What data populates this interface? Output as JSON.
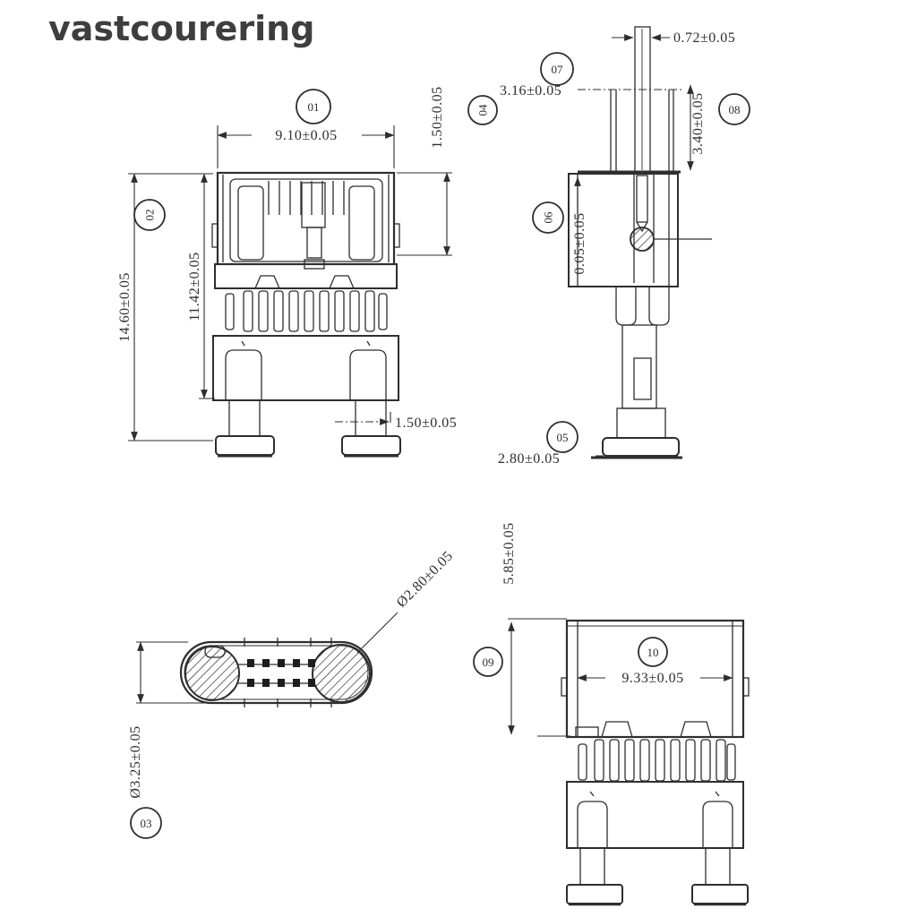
{
  "watermark": {
    "text": "vastcourering"
  },
  "ink_color": "#2e2e2e",
  "front_view": {
    "balloon_top": "01",
    "balloon_left": "02",
    "balloon_top_right": "04",
    "dim_width": "9.10±0.05",
    "dim_height": "14.60±0.05",
    "dim_inner_height": "11.42±0.05",
    "dim_top_right": "1.50±0.05",
    "dim_foot": "1.50±0.05"
  },
  "side_view": {
    "balloon_pin": "07",
    "balloon_depth": "08",
    "balloon_body": "06",
    "balloon_foot": "05",
    "dim_pin_width": "0.72±0.05",
    "dim_shoulder": "3.16±0.05",
    "dim_depth": "3.40±0.05",
    "dim_offset": "0.05±0.05",
    "dim_foot_width": "2.80±0.05"
  },
  "bottom_view": {
    "balloon": "03",
    "dim_hole_dia": "Ø2.80±0.05",
    "dim_body_dia": "Ø3.25±0.05"
  },
  "rear_view": {
    "balloon_center": "10",
    "balloon_left": "09",
    "dim_width": "9.33±0.05",
    "dim_height": "5.85±0.05"
  }
}
